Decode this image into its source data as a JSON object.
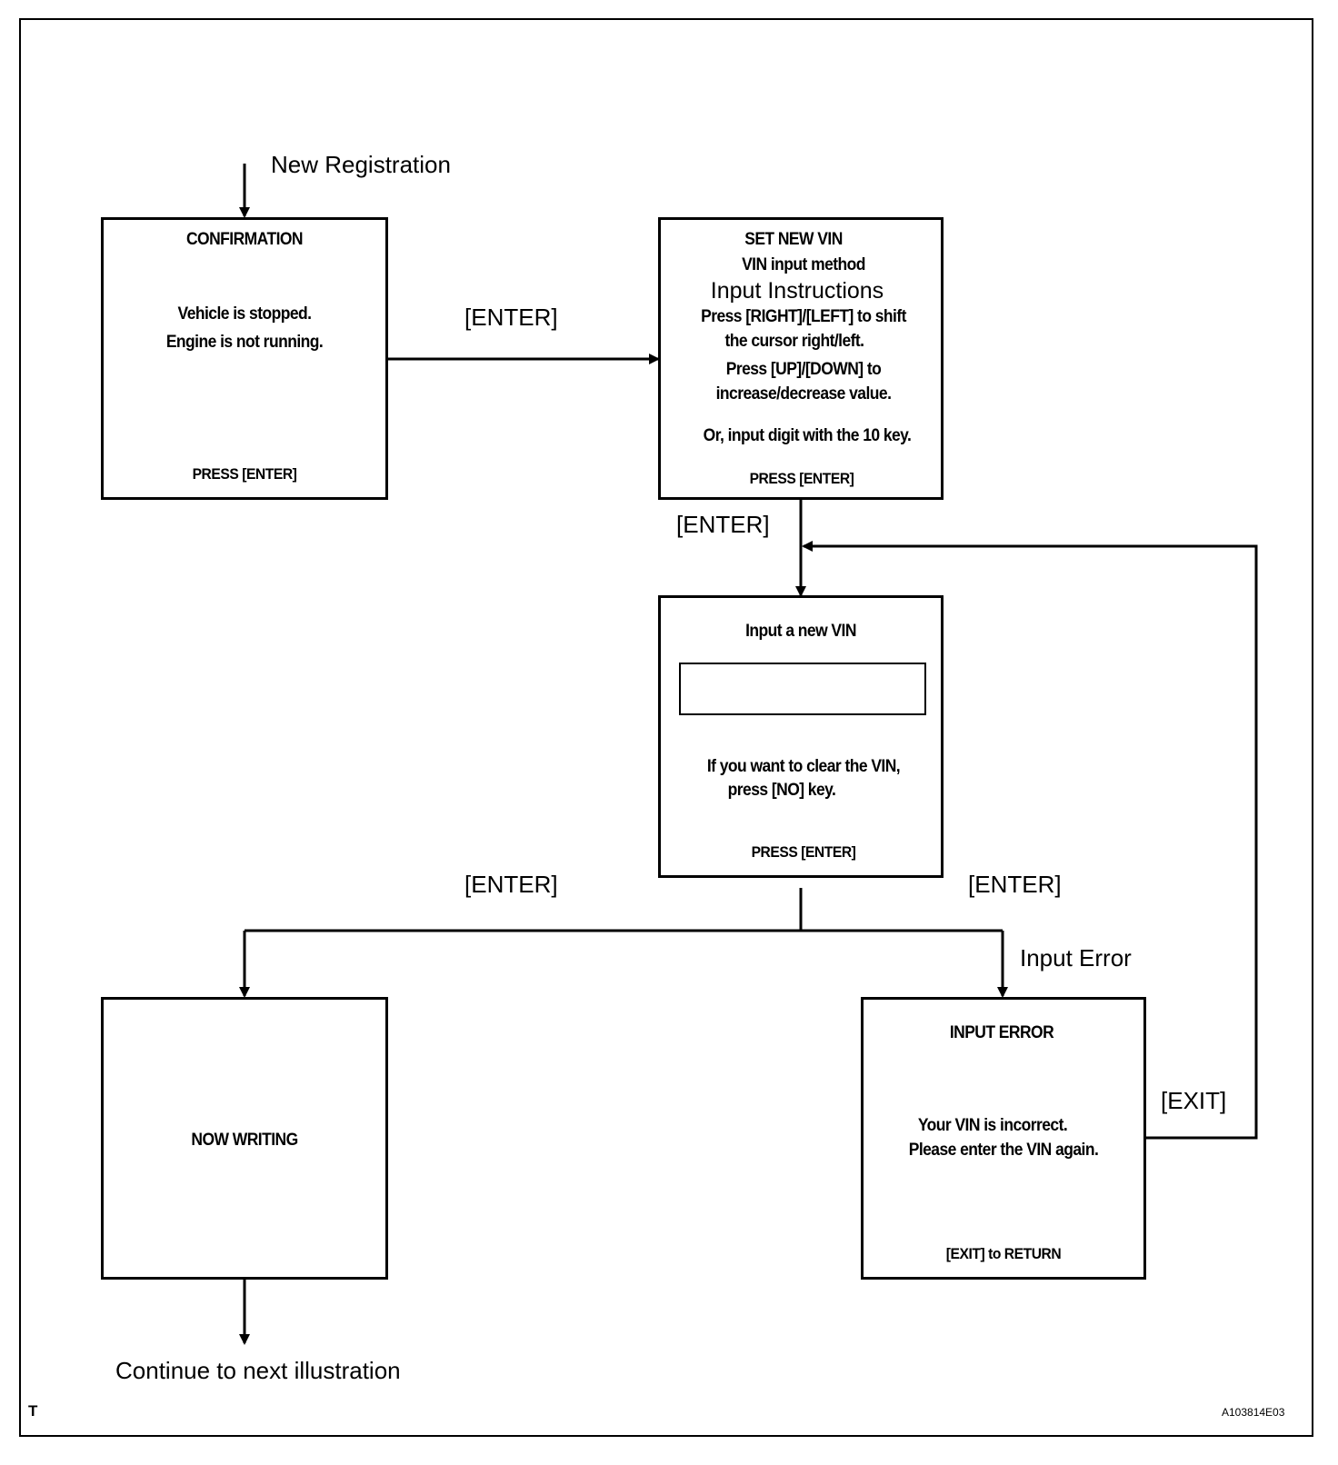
{
  "start_label": "New Registration",
  "confirmation": {
    "title": "CONFIRMATION",
    "line1": "Vehicle is stopped.",
    "line2": "Engine is not running.",
    "footer": "PRESS [ENTER]"
  },
  "set_new_vin": {
    "title": "SET NEW VIN",
    "subtitle": "VIN input method",
    "instructions_heading": "Input Instructions",
    "line1": "Press [RIGHT]/[LEFT] to shift",
    "line2": "the cursor right/left.",
    "line3": "Press [UP]/[DOWN]  to",
    "line4": "increase/decrease value.",
    "line5": "Or, input digit with the 10 key.",
    "footer": "PRESS [ENTER]"
  },
  "input_vin": {
    "title": "Input a new VIN",
    "field_value": "",
    "line1": "If you want to clear the VIN,",
    "line2": "press [NO] key.",
    "footer": "PRESS [ENTER]"
  },
  "now_writing": {
    "title": "NOW WRITING"
  },
  "input_error": {
    "title": "INPUT  ERROR",
    "line1": "Your VIN is incorrect.",
    "line2": "Please enter the VIN again.",
    "footer": "[EXIT] to RETURN"
  },
  "edge_labels": {
    "enter_1": "[ENTER]",
    "enter_2": "[ENTER]",
    "enter_left": "[ENTER]",
    "enter_right": "[ENTER]",
    "input_error": "Input Error",
    "exit": "[EXIT]"
  },
  "end_label": "Continue to next illustration",
  "corner_letter": "T",
  "figure_code": "A103814E03"
}
